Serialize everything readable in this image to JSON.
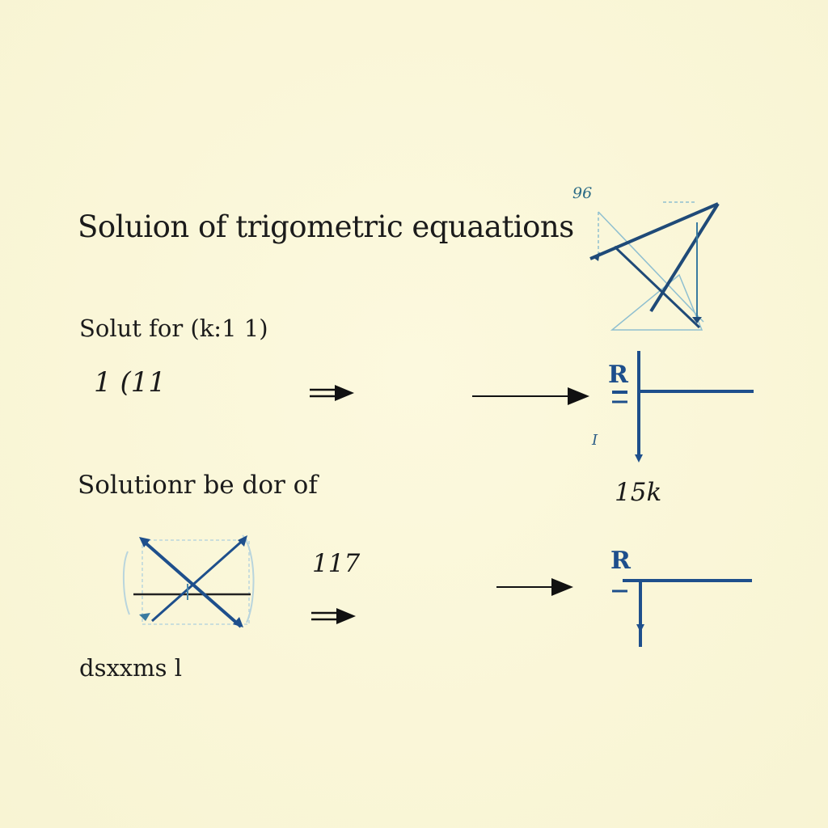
{
  "title": "Soluion of trigometric equaations",
  "subtitle_1": "Solut for (k:1 1)",
  "subtitle_2": "Solutionr be dor of",
  "labels": {
    "a": "1 (11",
    "b": "117",
    "c": "15k",
    "d": "dsxxms l",
    "e": "96",
    "r_top": "R",
    "r_bottom": "R",
    "i_mark": "I"
  },
  "colors": {
    "background": "#fbf8d9",
    "ink": "#1b1b1b",
    "blue": "#1e4f8c",
    "light_blue": "#7fb3c4"
  }
}
